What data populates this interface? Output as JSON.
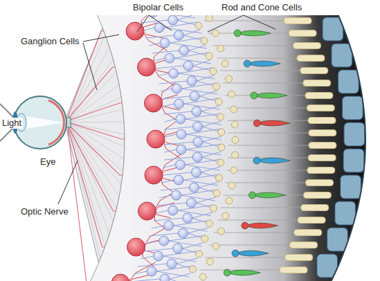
{
  "diagram": {
    "labels": [
      "Bipolar Cells",
      "Rod and Cone Cells",
      "Ganglion Cells",
      "Light",
      "Eye",
      "Optic Nerve"
    ]
  }
}
